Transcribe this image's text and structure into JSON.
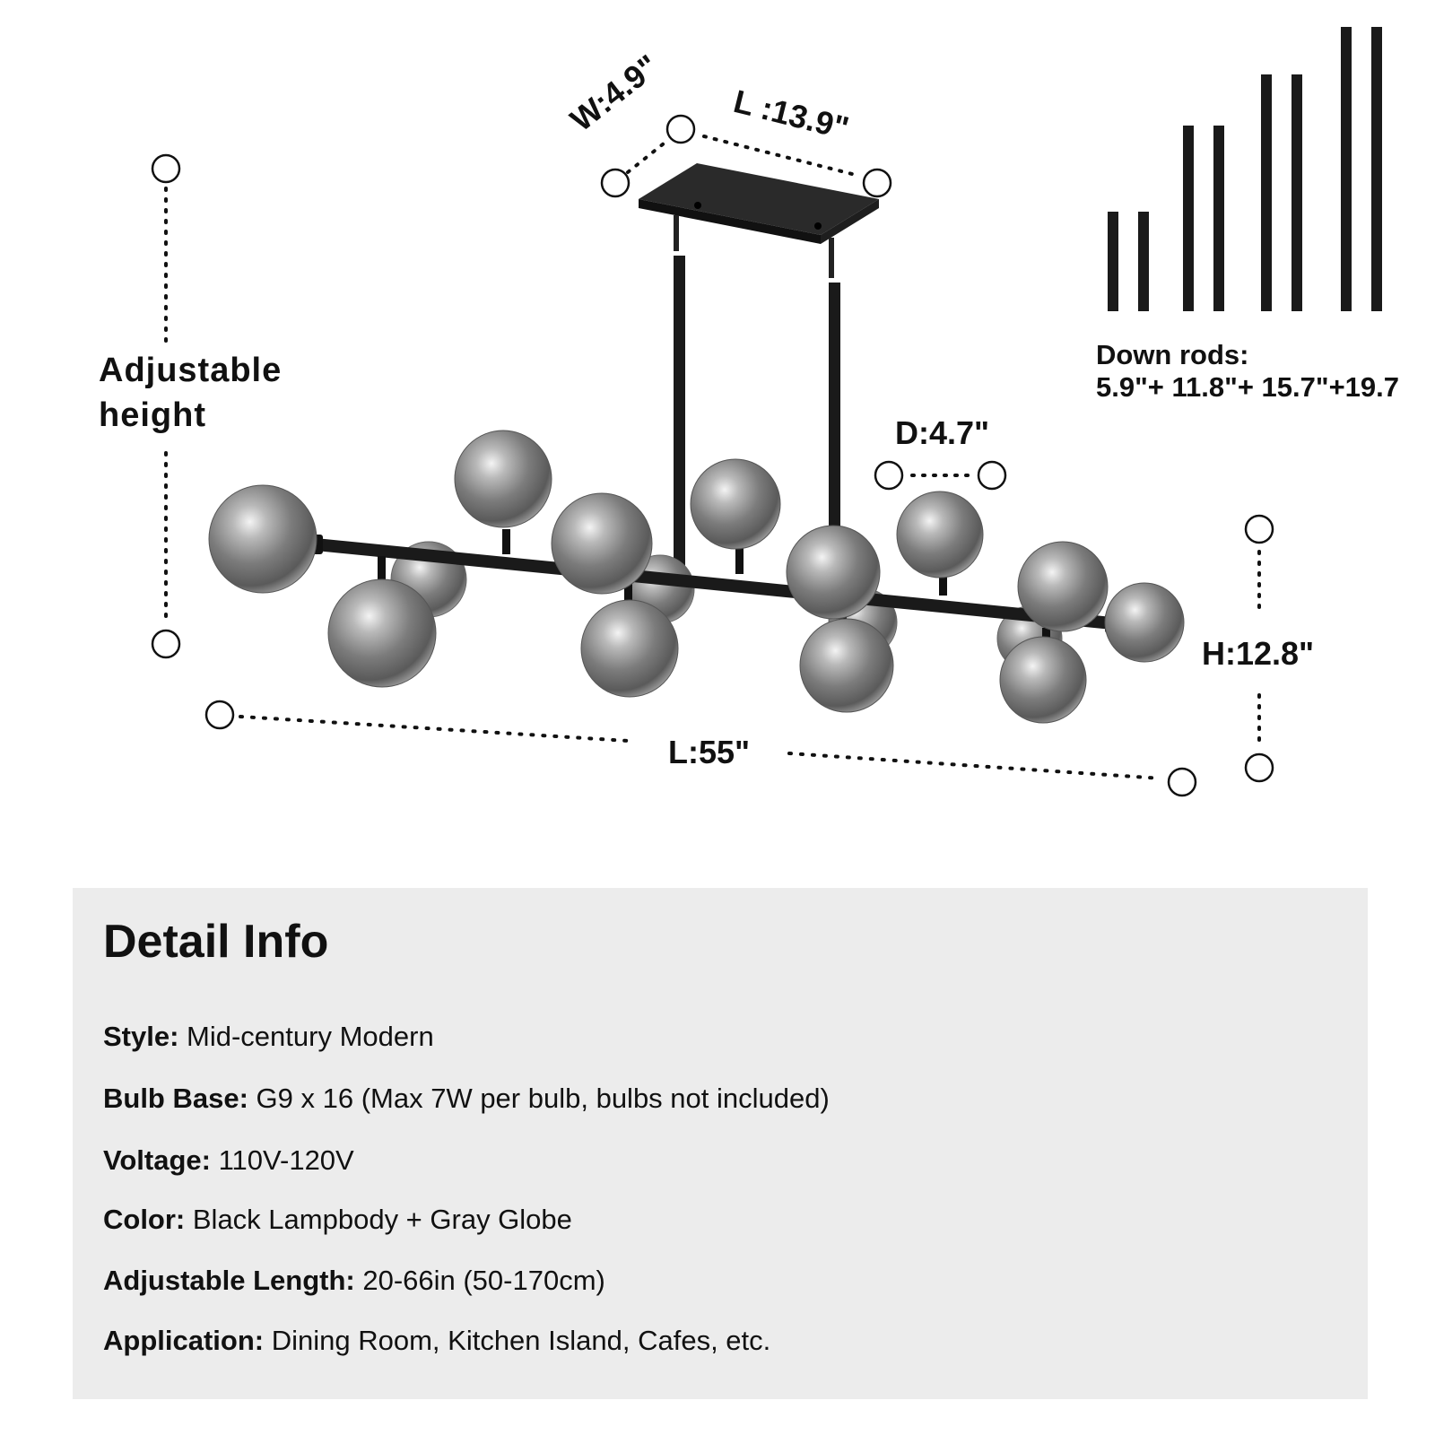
{
  "diagram": {
    "adjustable_height_label": [
      "Adjustable",
      "height"
    ],
    "canopy_width": "W:4.9\"",
    "canopy_length": "L :13.9\"",
    "downrods_title": "Down rods:",
    "downrods_values": "5.9\"+ 11.8\"+ 15.7\"+19.7",
    "globe_diameter": "D:4.7\"",
    "fixture_height": "H:12.8\"",
    "fixture_length": "L:55\""
  },
  "info": {
    "title": "Detail Info",
    "rows": [
      {
        "key": "Style:",
        "value": " Mid-century Modern"
      },
      {
        "key": "Bulb Base:",
        "value": " G9 x 16 (Max 7W per bulb, bulbs not included)"
      },
      {
        "key": "Voltage:",
        "value": " 110V-120V"
      },
      {
        "key": "Color:",
        "value": " Black Lampbody + Gray Globe"
      },
      {
        "key": "Adjustable Length:",
        "value": " 20-66in (50-170cm)"
      },
      {
        "key": "Application:",
        "value": " Dining Room, Kitchen Island, Cafes, etc."
      }
    ]
  },
  "colors": {
    "lampbody": "#1a1a1a",
    "globe": "#8a8a8a",
    "panel": "#ececec"
  }
}
